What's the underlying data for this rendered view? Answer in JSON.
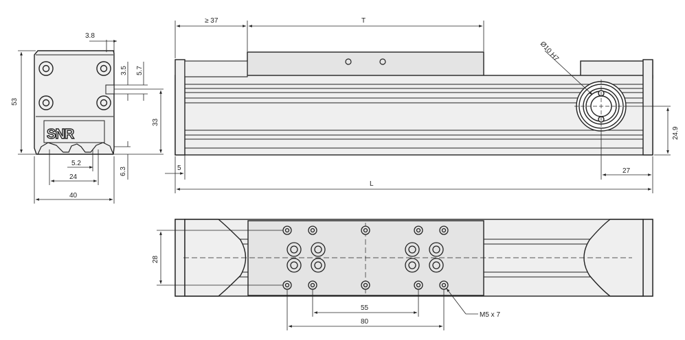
{
  "labels": {
    "d_3_8": "3.8",
    "d_53": "53",
    "d_3_5": "3.5",
    "d_5_7": "5.7",
    "d_33": "33",
    "d_5_2": "5.2",
    "d_24": "24",
    "d_6_3": "6.3",
    "d_40": "40",
    "d_ge37": "≥ 37",
    "d_T": "T",
    "d_bore": "Ø10 H7",
    "d_24_9": "24.9",
    "d_5": "5",
    "d_27": "27",
    "d_L": "L",
    "d_28": "28",
    "d_55": "55",
    "d_80": "80",
    "d_M5": "M5 x 7"
  },
  "logo": "SNR",
  "colors": {
    "line": "#222222",
    "fill": "#efefef",
    "carriage": "#e4e4e4"
  }
}
